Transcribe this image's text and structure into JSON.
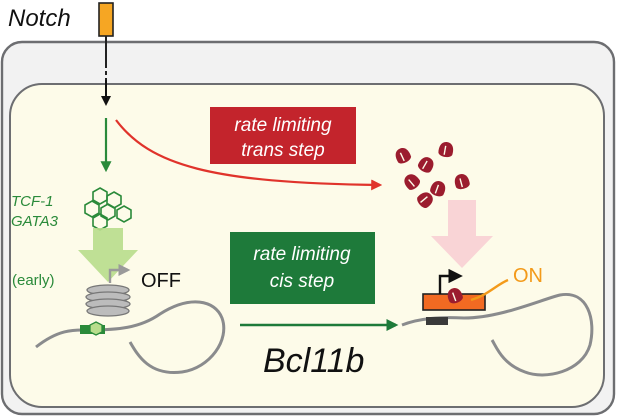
{
  "labels": {
    "notch": "Notch",
    "tcf1": "TCF-1",
    "gata3": "GATA3",
    "early": "(early)",
    "off": "OFF",
    "on": "ON",
    "gene": "Bcl11b"
  },
  "boxes": {
    "trans_line1": "rate limiting",
    "trans_line2": "trans step",
    "cis_line1": "rate limiting",
    "cis_line2": "cis step"
  },
  "colors": {
    "cell_border": "#6d6e71",
    "cell_fill": "#f2f2f2",
    "nucleus_fill": "#fdfbe9",
    "green_dark": "#2a8a3a",
    "green_light": "#b8dd8c",
    "green_box": "#1e7a3a",
    "red": "#e0332b",
    "red_box": "#c3242c",
    "maroon": "#9b1c2e",
    "pink": "#f9d4d6",
    "orange": "#f26a22",
    "notch_orange": "#f6a623",
    "on_orange": "#f39a1a",
    "chromatin_grey": "#8a8b8d"
  }
}
